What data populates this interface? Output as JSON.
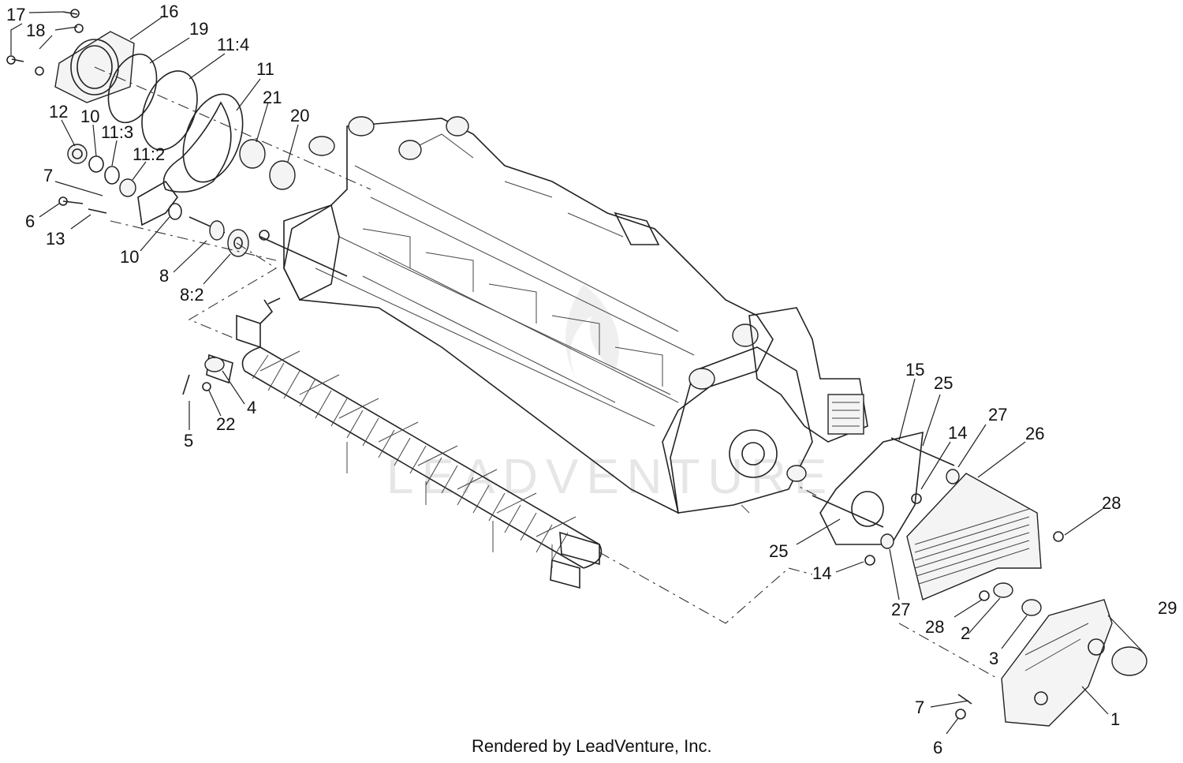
{
  "footer": "Rendered by LeadVenture, Inc.",
  "watermark": "LEADVENTURE",
  "callouts": [
    {
      "id": "c-17a",
      "text": "17"
    },
    {
      "id": "c-16",
      "text": "16"
    },
    {
      "id": "c-18",
      "text": "18"
    },
    {
      "id": "c-19",
      "text": "19"
    },
    {
      "id": "c-11-4",
      "text": "11:4"
    },
    {
      "id": "c-11",
      "text": "11"
    },
    {
      "id": "c-21",
      "text": "21"
    },
    {
      "id": "c-20",
      "text": "20"
    },
    {
      "id": "c-12",
      "text": "12"
    },
    {
      "id": "c-10a",
      "text": "10"
    },
    {
      "id": "c-11-3",
      "text": "11:3"
    },
    {
      "id": "c-11-2",
      "text": "11:2"
    },
    {
      "id": "c-7a",
      "text": "7"
    },
    {
      "id": "c-6a",
      "text": "6"
    },
    {
      "id": "c-13",
      "text": "13"
    },
    {
      "id": "c-10b",
      "text": "10"
    },
    {
      "id": "c-8",
      "text": "8"
    },
    {
      "id": "c-8-2",
      "text": "8:2"
    },
    {
      "id": "c-4",
      "text": "4"
    },
    {
      "id": "c-22",
      "text": "22"
    },
    {
      "id": "c-5",
      "text": "5"
    },
    {
      "id": "c-15",
      "text": "15"
    },
    {
      "id": "c-25a",
      "text": "25"
    },
    {
      "id": "c-14a",
      "text": "14"
    },
    {
      "id": "c-27a",
      "text": "27"
    },
    {
      "id": "c-26",
      "text": "26"
    },
    {
      "id": "c-28a",
      "text": "28"
    },
    {
      "id": "c-25b",
      "text": "25"
    },
    {
      "id": "c-14b",
      "text": "14"
    },
    {
      "id": "c-27b",
      "text": "27"
    },
    {
      "id": "c-28b",
      "text": "28"
    },
    {
      "id": "c-2",
      "text": "2"
    },
    {
      "id": "c-3",
      "text": "3"
    },
    {
      "id": "c-29",
      "text": "29"
    },
    {
      "id": "c-1",
      "text": "1"
    },
    {
      "id": "c-7b",
      "text": "7"
    },
    {
      "id": "c-6b",
      "text": "6"
    }
  ]
}
